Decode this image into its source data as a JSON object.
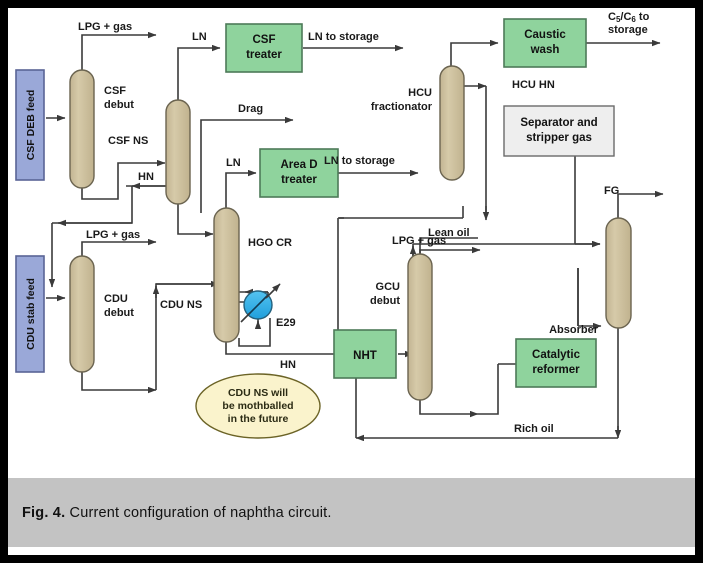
{
  "caption": {
    "prefix": "Fig. 4.",
    "text": " Current configuration of naphtha circuit."
  },
  "colors": {
    "vessel_fill": "#cfc2a0",
    "vessel_stroke": "#6b6450",
    "process_green": "#8fd39d",
    "process_green_stroke": "#4d7a58",
    "feed_blue": "#9aa8d8",
    "feed_blue_stroke": "#5a6496",
    "gray_box": "#eeeeee",
    "gray_box_stroke": "#6a6a6a",
    "note_yellow": "#faf3cc",
    "note_yellow_stroke": "#6b6326",
    "exchanger_blue": "#3fb4e8",
    "line": "#3a3a3a",
    "caption_bg": "#c3c3c3",
    "frame": "#000000"
  },
  "feeds": [
    {
      "id": "csf-deb-feed",
      "label": "CSF DEB feed"
    },
    {
      "id": "cdu-stab-feed",
      "label": "CDU stab feed"
    }
  ],
  "vessels": [
    {
      "id": "csf-debut",
      "label": "CSF\ndebut",
      "line1": "CSF",
      "line2": "debut"
    },
    {
      "id": "csf-ns",
      "label": "CSF NS",
      "line1": "CSF NS",
      "line2": ""
    },
    {
      "id": "cdu-debut",
      "label": "CDU\ndebut",
      "line1": "CDU",
      "line2": "debut"
    },
    {
      "id": "cdu-ns",
      "label": "CDU NS",
      "line1": "CDU NS",
      "line2": ""
    },
    {
      "id": "hcu-fractionator",
      "label": "HCU\nfractionator",
      "line1": "HCU",
      "line2": "fractionator"
    },
    {
      "id": "gcu-debut",
      "label": "GCU\ndebut",
      "line1": "GCU",
      "line2": "debut"
    },
    {
      "id": "absorber",
      "label": "Absorber",
      "line1": "Absorber",
      "line2": ""
    }
  ],
  "process_units": [
    {
      "id": "csf-treater",
      "line1": "CSF",
      "line2": "treater"
    },
    {
      "id": "area-d-treater",
      "line1": "Area D",
      "line2": "treater"
    },
    {
      "id": "caustic-wash",
      "line1": "Caustic",
      "line2": "wash"
    },
    {
      "id": "nht",
      "line1": "NHT",
      "line2": ""
    },
    {
      "id": "catalytic-reformer",
      "line1": "Catalytic",
      "line2": "reformer"
    }
  ],
  "gray_units": [
    {
      "id": "separator-stripper-gas",
      "line1": "Separator and",
      "line2": "stripper gas"
    }
  ],
  "equipment": [
    {
      "id": "e29-exchanger",
      "label": "E29"
    }
  ],
  "note": {
    "id": "cdu-ns-note",
    "line1": "CDU NS will",
    "line2": "be mothballed",
    "line3": "in the future"
  },
  "stream_labels": [
    {
      "id": "lpg-gas-csf",
      "text": "LPG + gas"
    },
    {
      "id": "ln-csf",
      "text": "LN"
    },
    {
      "id": "ln-to-storage-csf",
      "text": "LN to storage"
    },
    {
      "id": "drag",
      "text": "Drag"
    },
    {
      "id": "csf-ns-label",
      "text": "CSF NS"
    },
    {
      "id": "hn-csf",
      "text": "HN"
    },
    {
      "id": "ln-area-d",
      "text": "LN"
    },
    {
      "id": "ln-to-storage-aread",
      "text": "LN to storage"
    },
    {
      "id": "lpg-gas-cdu",
      "text": "LPG + gas"
    },
    {
      "id": "cdu-ns-label",
      "text": "CDU NS"
    },
    {
      "id": "hgo-cr",
      "text": "HGO CR"
    },
    {
      "id": "hn-cdu",
      "text": "HN"
    },
    {
      "id": "hcu-hn",
      "text": "HCU HN"
    },
    {
      "id": "c5-c6-to-storage",
      "text": "C5/C6 to storage"
    },
    {
      "id": "fg",
      "text": "FG"
    },
    {
      "id": "lean-oil",
      "text": "Lean oil"
    },
    {
      "id": "lpg-gas-gcu",
      "text": "LPG + gas"
    },
    {
      "id": "rich-oil",
      "text": "Rich oil"
    },
    {
      "id": "gcu-debut-label",
      "text": "GCU debut"
    },
    {
      "id": "absorber-label",
      "text": "Absorber"
    },
    {
      "id": "hcu-fractionator-label",
      "text": "HCU fractionator"
    }
  ]
}
